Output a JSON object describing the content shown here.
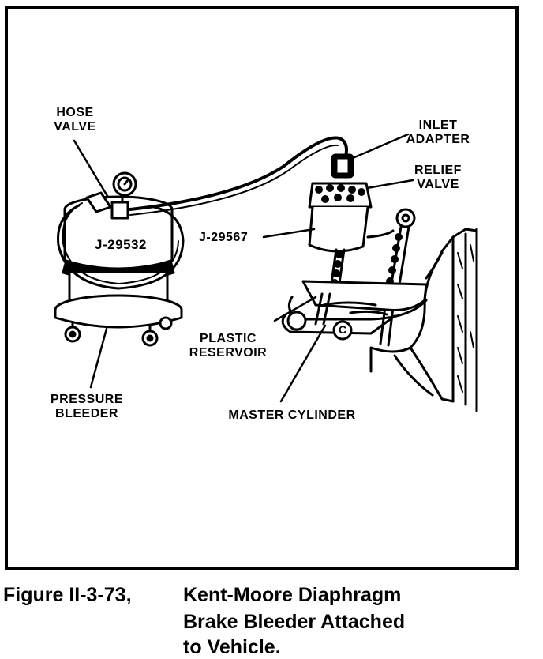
{
  "labels": {
    "hose_valve": "HOSE\nVALVE",
    "inlet_adapter": "INLET\nADAPTER",
    "relief_valve": "RELIEF\nVALVE",
    "j29567": "J-29567",
    "j29532": "J-29532",
    "plastic_reservoir": "PLASTIC\nRESERVOIR",
    "pressure_bleeder": "PRESSURE\nBLEEDER",
    "master_cylinder": "MASTER CYLINDER",
    "c_mark": "C"
  },
  "caption": {
    "number": "Figure II-3-73,",
    "line1": "Kent-Moore Diaphragm",
    "line2": "Brake Bleeder Attached",
    "line3": "to Vehicle."
  }
}
